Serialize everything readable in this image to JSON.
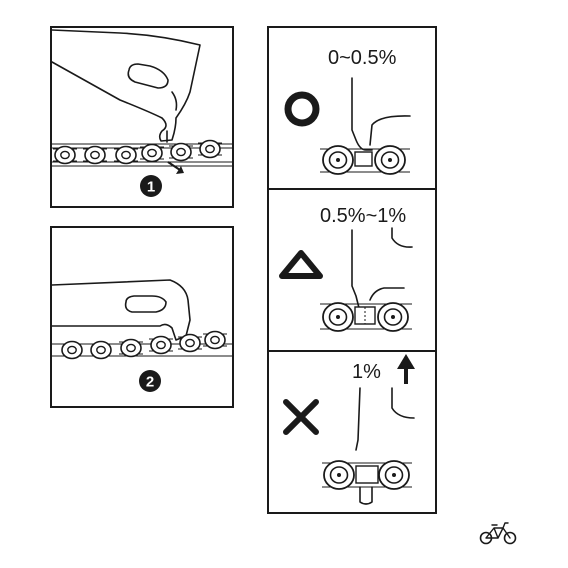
{
  "steps": [
    {
      "number": "1"
    },
    {
      "number": "2"
    }
  ],
  "wear_rows": [
    {
      "verdict": "circle",
      "range_label": "0~0.5%"
    },
    {
      "verdict": "triangle",
      "range_label": "0.5%~1%"
    },
    {
      "verdict": "cross",
      "range_label": "1%"
    }
  ],
  "colors": {
    "ink": "#1a1a1a",
    "paper": "#ffffff"
  },
  "icons": [
    "arrow-down-right-icon",
    "arrow-up-icon",
    "bicycle-icon"
  ]
}
